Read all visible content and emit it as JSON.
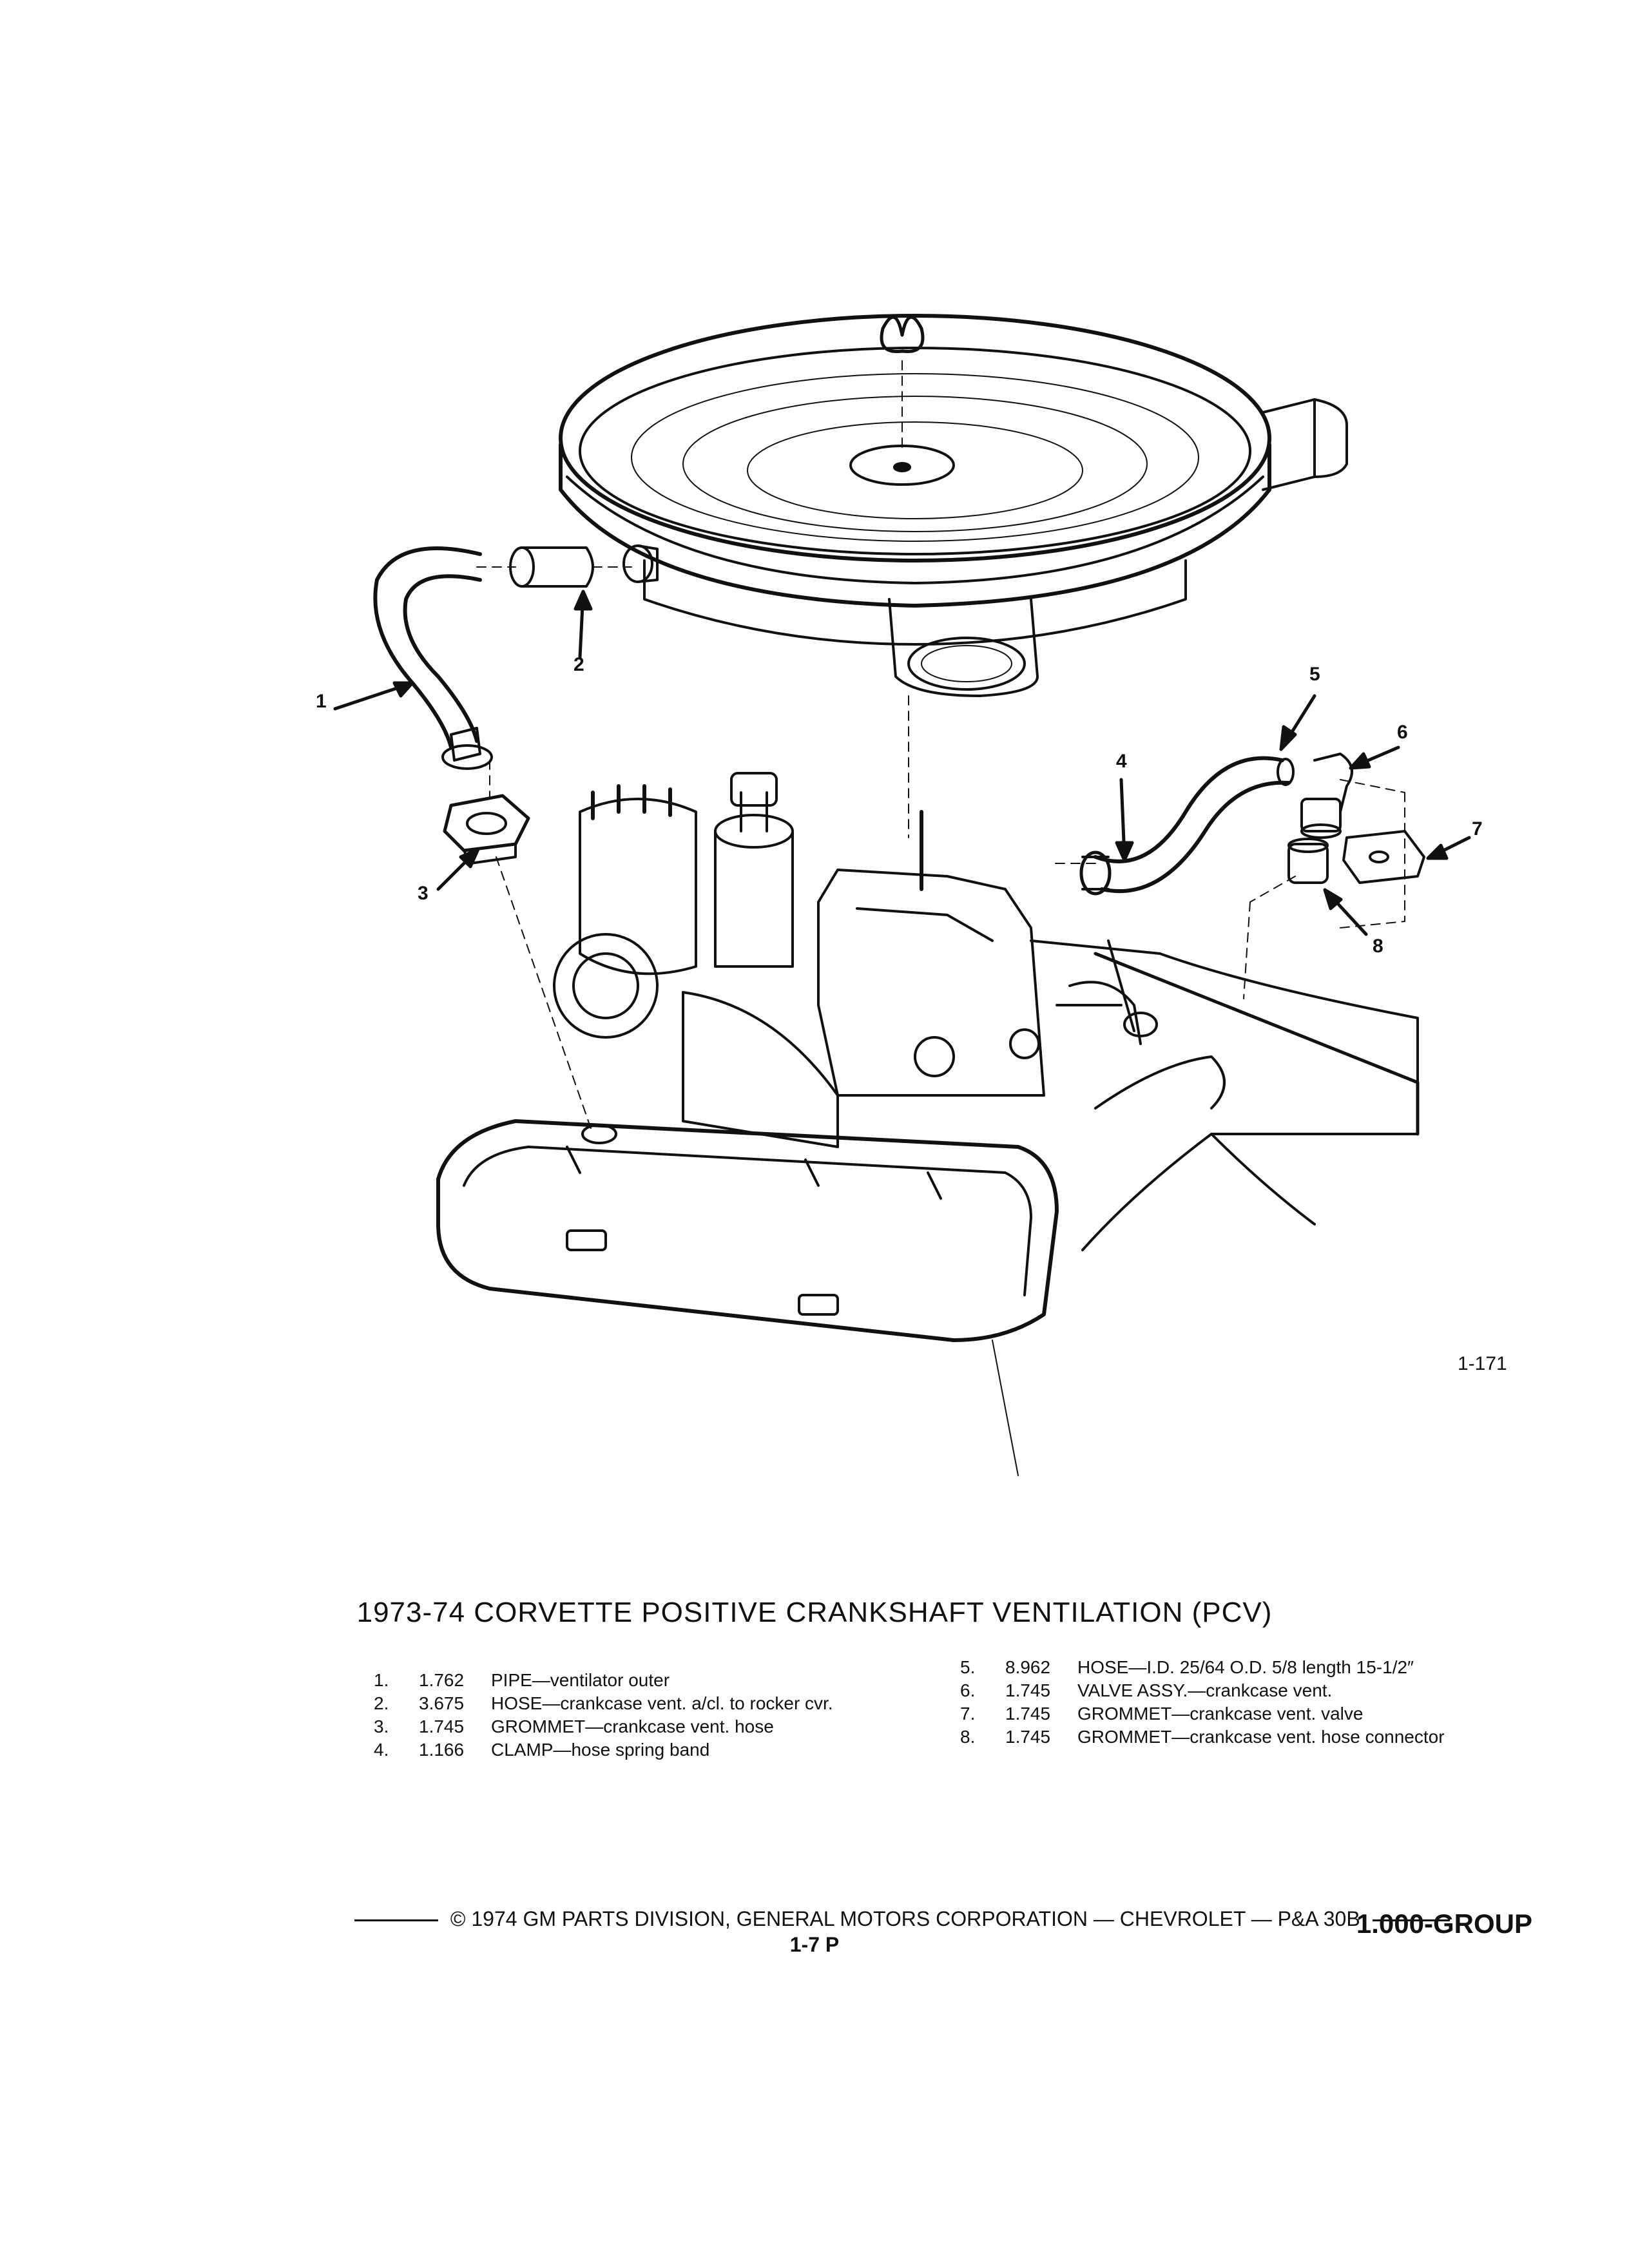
{
  "figure_id": "1-171",
  "title": "1973-74 CORVETTE POSITIVE CRANKSHAFT VENTILATION (PCV)",
  "callouts": [
    "1",
    "2",
    "3",
    "4",
    "5",
    "6",
    "7",
    "8"
  ],
  "parts_left": [
    {
      "num": "1.",
      "code": "1.762",
      "desc": "PIPE—ventilator outer"
    },
    {
      "num": "2.",
      "code": "3.675",
      "desc": "HOSE—crankcase vent. a/cl. to rocker cvr."
    },
    {
      "num": "3.",
      "code": "1.745",
      "desc": "GROMMET—crankcase vent. hose"
    },
    {
      "num": "4.",
      "code": "1.166",
      "desc": "CLAMP—hose spring band"
    }
  ],
  "parts_right": [
    {
      "num": "5.",
      "code": "8.962",
      "desc": "HOSE—I.D. 25/64 O.D. 5/8 length 15-1/2″"
    },
    {
      "num": "6.",
      "code": "1.745",
      "desc": "VALVE ASSY.—crankcase vent."
    },
    {
      "num": "7.",
      "code": "1.745",
      "desc": "GROMMET—crankcase vent. valve"
    },
    {
      "num": "8.",
      "code": "1.745",
      "desc": "GROMMET—crankcase vent. hose connector"
    }
  ],
  "footer": {
    "copyright": "© 1974 GM PARTS DIVISION, GENERAL MOTORS CORPORATION — CHEVROLET — P&A 30B",
    "page": "1-7 P",
    "group": "1.000-GROUP"
  }
}
